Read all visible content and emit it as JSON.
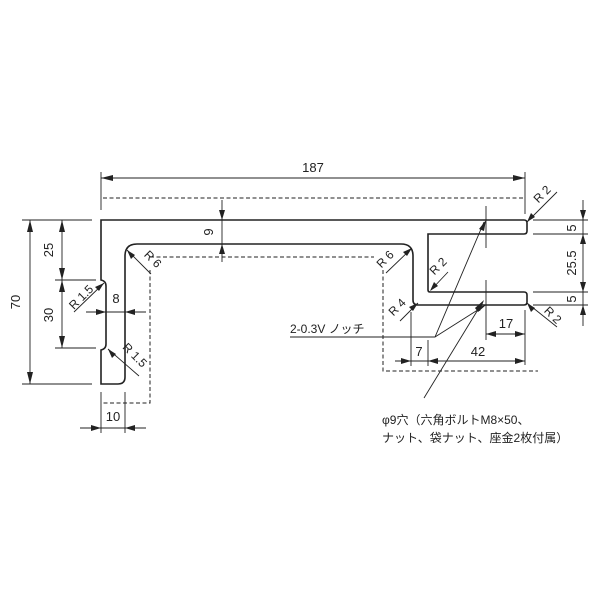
{
  "drawing": {
    "dimensions": {
      "overall_width": "187",
      "overall_height": "70",
      "upper_left": "25",
      "notch_span": "30",
      "thickness_top": "9",
      "thickness_left": "8",
      "bottom_lip": "10",
      "right_top": "5",
      "right_gap": "25.5",
      "right_bottom": "5",
      "hole_to_end": "17",
      "offset": "7",
      "end_length": "42"
    },
    "radii": {
      "r_notch_top": "R 1.5",
      "r_notch_bottom": "R 1.5",
      "r_inner_left": "R 6",
      "r_inner_right": "R 6",
      "r_slot": "R 2",
      "r_bend": "R 4",
      "r_top_end": "R 2",
      "r_bottom_end": "R 2"
    },
    "notes": {
      "notch": "2-0.3V ノッチ",
      "hole_line1": "φ9穴（六角ボルトM8×50、",
      "hole_line2": "ナット、袋ナット、座金2枚付属）"
    }
  }
}
